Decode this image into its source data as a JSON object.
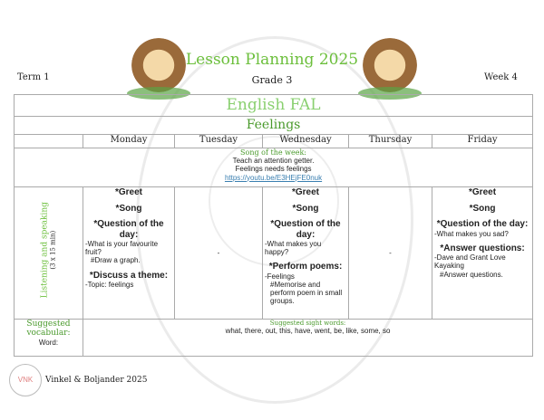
{
  "header": {
    "title": "Lesson Planning 2025",
    "grade": "Grade 3",
    "term": "Term 1",
    "week": "Week 4"
  },
  "subject": "English FAL",
  "theme": "Feelings",
  "days": [
    "Monday",
    "Tuesday",
    "Wednesday",
    "Thursday",
    "Friday"
  ],
  "song": {
    "label": "Song of the week:",
    "line1": "Teach an attention getter.",
    "line2": "Feelings needs feelings",
    "link": "https://youtu.be/E3HEjFE0nuk"
  },
  "listening": {
    "label": "Listening and speaking",
    "sub": "(3 x 15 min)",
    "monday": {
      "greet": "*Greet",
      "song": "*Song",
      "q_title": "*Question of the day:",
      "q_text": "-What is your favourite fruit?",
      "q_task": "#Draw a graph.",
      "d_title": "*Discuss a theme:",
      "d_text": "-Topic: feelings"
    },
    "tuesday": "-",
    "wednesday": {
      "greet": "*Greet",
      "song": "*Song",
      "q_title": "*Question of the day:",
      "q_text": "-What makes you happy?",
      "p_title": "*Perform poems:",
      "p_text": "-Feelings",
      "p_task": "#Memorise and perform poem in small groups."
    },
    "thursday": "-",
    "friday": {
      "greet": "*Greet",
      "song": "*Song",
      "q_title": "*Question of the day:",
      "q_text": "-What makes you sad?",
      "a_title": "*Answer questions:",
      "a_text": "-Dave and Grant Love Kayaking",
      "a_task": "#Answer questions."
    }
  },
  "vocab": {
    "label": "Suggested vocabular:",
    "word_label": "Word:",
    "sight_label": "Suggested sight words:",
    "sight_words": "what, there, out, this, have, went, be, like, some, so"
  },
  "footer": {
    "credit": "Vinkel & Boljander 2025",
    "logo_text": "VNK"
  }
}
